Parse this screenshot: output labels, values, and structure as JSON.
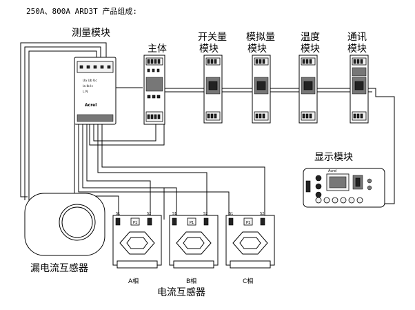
{
  "title": "250A、800A ARD3T 产品组成:",
  "modules": {
    "measure": "测量模块",
    "main": "主体",
    "switch": [
      "开关量",
      "模块"
    ],
    "analog": [
      "模拟量",
      "模块"
    ],
    "temp": [
      "温度",
      "模块"
    ],
    "comm": [
      "通讯",
      "模块"
    ],
    "display": "显示模块"
  },
  "sensors": {
    "leakage": "漏电流互感器",
    "current": "电流互感器",
    "phases": [
      "A相",
      "B相",
      "C相"
    ],
    "terminals": [
      "S1",
      "S2"
    ],
    "nameplate": "P1"
  },
  "device_marks": {
    "measure_brand": "Acrel",
    "measure_lines": [
      "Ua Ub Uc",
      "Ia Ib Ic",
      "L N"
    ],
    "display_brand": "Acrel"
  },
  "colors": {
    "line": "#000000",
    "background": "#ffffff"
  }
}
